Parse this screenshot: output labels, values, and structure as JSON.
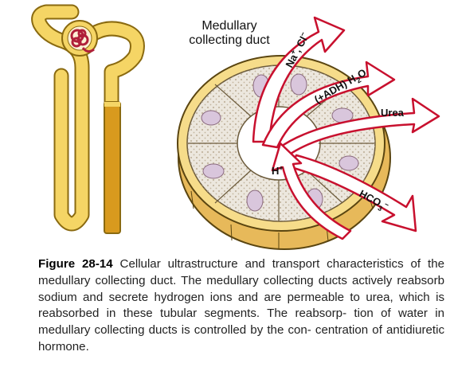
{
  "diagram": {
    "title_line1": "Medullary",
    "title_line2": "collecting duct",
    "arrows": {
      "nacl": {
        "prefix": "Na",
        "sup1": "+",
        "mid": ", Cl",
        "sup2": "−"
      },
      "water": {
        "prefix": "(+ADH) H",
        "sub": "2",
        "suffix": "O"
      },
      "urea": "Urea",
      "hplus": {
        "base": "H",
        "sup": "+"
      },
      "hco3": {
        "base": "HCO",
        "sub": "3",
        "sup": "−"
      }
    },
    "colors": {
      "arrow_fill": "#ffffff",
      "arrow_stroke": "#c8102e",
      "duct_yellow": "#f5d565",
      "cell_fill": "#ece7de",
      "nucleus_fill": "#d9c6dc",
      "lumen_orange": "#d89a1e",
      "glomerulus_red": "#b0203a"
    }
  },
  "caption": {
    "figure_number": "Figure 28-14",
    "text": "Cellular ultrastructure and transport characteristics of the medullary collecting duct. The medullary collecting ducts actively reabsorb sodium and secrete hydrogen ions and are permeable to urea, which is reabsorbed in these tubular segments. The reabsorp- tion of water in medullary collecting ducts is controlled by the con- centration of antidiuretic hormone."
  }
}
